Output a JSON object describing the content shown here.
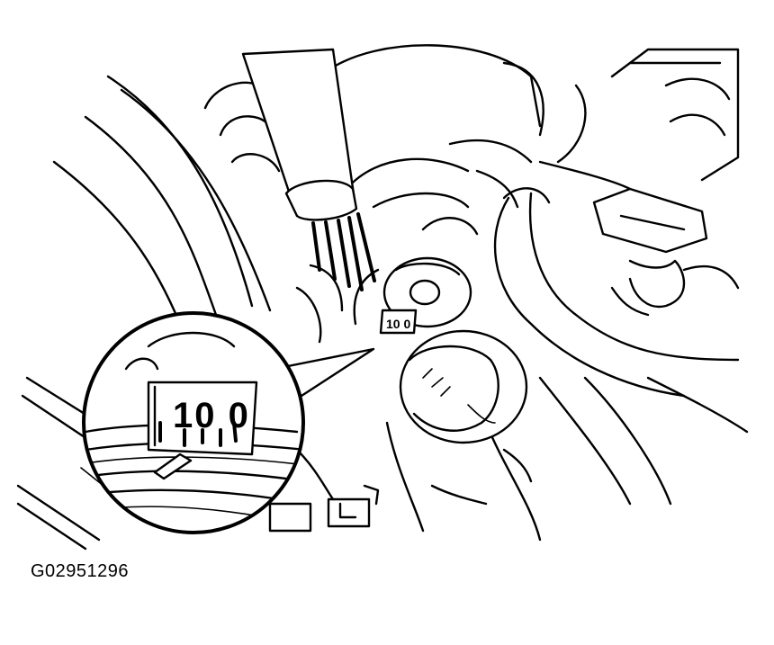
{
  "figure": {
    "code": "G02951296",
    "magnified_marking": "10 0",
    "small_marking": "10 0"
  },
  "colors": {
    "line": "#000000",
    "background": "#ffffff"
  }
}
